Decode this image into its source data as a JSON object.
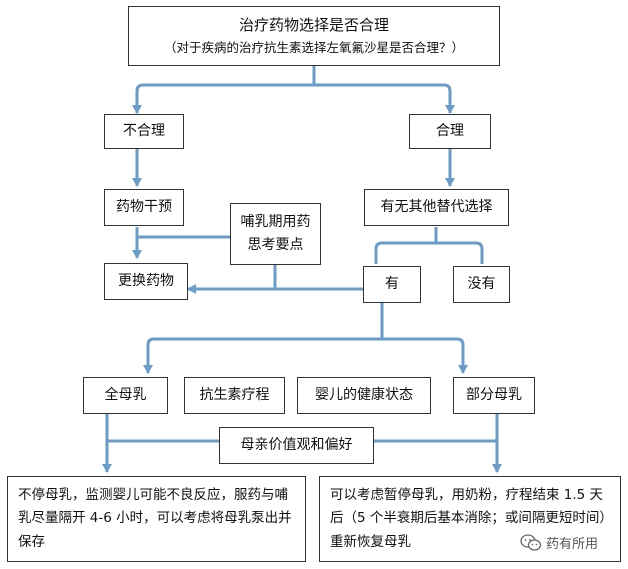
{
  "title_box": {
    "line1": "治疗药物选择是否合理",
    "line2": "（对于疾病的治疗抗生素选择左氧氟沙星是否合理？）"
  },
  "nodes": {
    "unreasonable": "不合理",
    "reasonable": "合理",
    "drug_intervention": "药物干预",
    "lactation_points_line1": "哺乳期用药",
    "lactation_points_line2": "思考要点",
    "alternatives": "有无其他替代选择",
    "change_drug": "更换药物",
    "yes": "有",
    "no": "没有",
    "full_breastfeeding": "全母乳",
    "antibiotic_course": "抗生素疗程",
    "infant_health": "婴儿的健康状态",
    "partial_breastfeeding": "部分母乳",
    "mother_values": "母亲价值观和偏好"
  },
  "outcomes": {
    "left": "不停母乳，监测婴儿可能不良反应，服药与哺乳尽量隔开 4-6 小时，可以考虑将母乳泵出并保存",
    "right": "可以考虑暂停母乳，用奶粉，疗程结束 1.5 天后（5 个半衰期后基本消除；或间隔更短时间）重新恢复母乳"
  },
  "watermark": {
    "text": "药有所用",
    "icon": "wechat-icon"
  },
  "colors": {
    "connector": "#6a9cc9",
    "border": "#333333",
    "text": "#111111"
  }
}
